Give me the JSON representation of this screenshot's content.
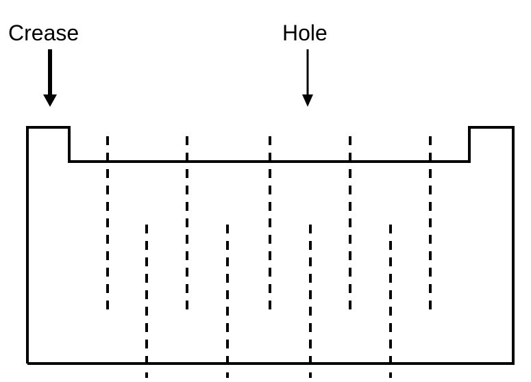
{
  "labels": {
    "crease": "Crease",
    "hole": "Hole"
  },
  "colors": {
    "stroke": "#000000",
    "background": "#ffffff"
  },
  "elements": {
    "upper_fold_lines": 5,
    "lower_fold_lines": 4
  }
}
